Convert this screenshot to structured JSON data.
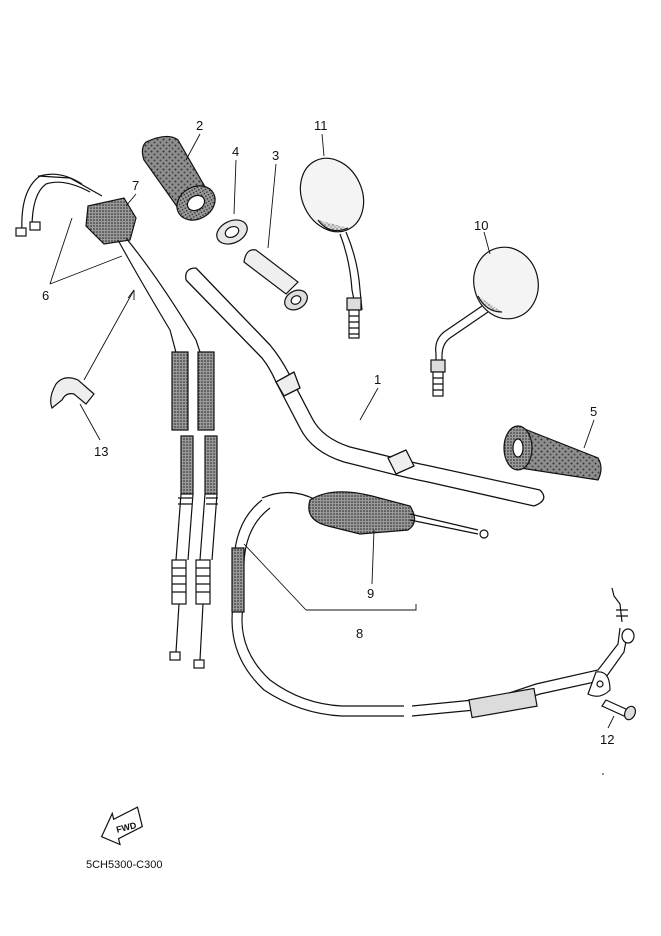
{
  "diagram": {
    "callouts": [
      "1",
      "2",
      "3",
      "4",
      "5",
      "6",
      "7",
      "8",
      "9",
      "10",
      "11",
      "12",
      "13"
    ],
    "forward_label": "FWD",
    "drawing_code": "5CH5300-C300"
  }
}
